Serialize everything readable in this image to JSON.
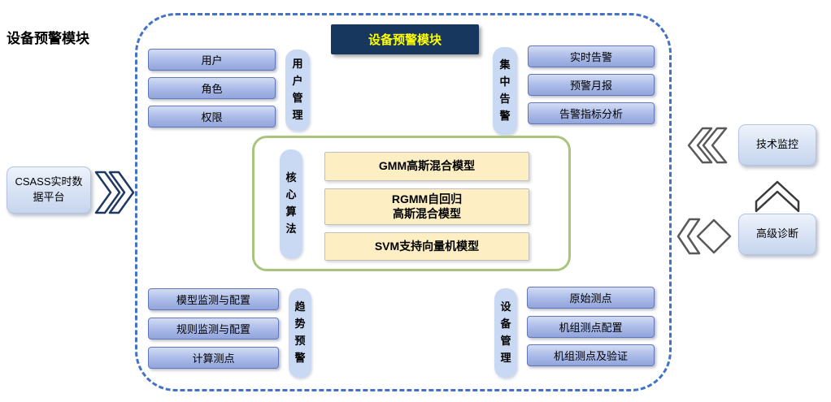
{
  "title_outside": "设备预警模块",
  "header_title": "设备预警模块",
  "left_source": {
    "label": "CSASS实时数据平台"
  },
  "right_side": {
    "tech_monitor": "技术监控",
    "advanced_diagnosis": "高级诊断"
  },
  "groups": {
    "user_mgmt": {
      "label": "用户管理",
      "items": [
        "用户",
        "角色",
        "权限"
      ]
    },
    "central_alarm": {
      "label": "集中告警",
      "items": [
        "实时告警",
        "预警月报",
        "告警指标分析"
      ]
    },
    "core_algorithm": {
      "label": "核心算法",
      "items": [
        "GMM高斯混合模型",
        "RGMM自回归\n高斯混合模型",
        "SVM支持向量机模型"
      ]
    },
    "trend_warning": {
      "label": "趋势预警",
      "items": [
        "模型监测与配置",
        "规则监测与配置",
        "计算测点"
      ]
    },
    "device_mgmt": {
      "label": "设备管理",
      "items": [
        "原始测点",
        "机组测点配置",
        "机组测点及验证"
      ]
    }
  },
  "icons": {
    "left_flow": "double-chevron-right",
    "right_top_flow": "double-chevron-left",
    "up_flow": "chevron-up",
    "diag_flow": "chevron-left-and-diamond"
  },
  "colors": {
    "dashed_border": "#4472C4",
    "header_bg": "#17375E",
    "header_text": "#FFFF00",
    "blue_box": "#9FB1E1",
    "yellow_box": "#FDEFC3",
    "green_border": "#A9C47F",
    "side_box": "#DCE6F5",
    "vertical_label_bg": "#C9D9F3"
  }
}
